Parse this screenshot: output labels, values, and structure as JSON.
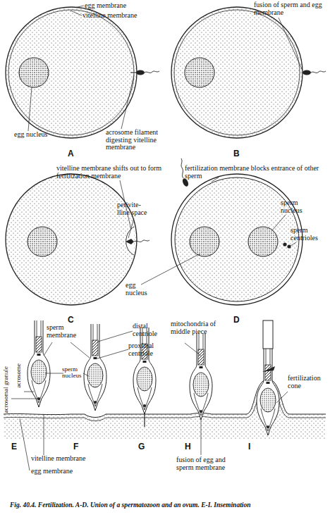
{
  "diagram": {
    "caption": "Fig. 40.4. Fertilization. A-D. Union of a spermatozoon and an ovum. E-I. Insemination",
    "labels": [
      "egg membrane",
      "vitelline membrane",
      "egg nucleus",
      "acrosome filament digesting vitelline membrane",
      "A",
      "fusion of sperm and egg membrane",
      "B",
      "vitelline membrane shifts out to form fertilization membrane",
      "perivite- lline space",
      "egg nucleus",
      "C",
      "fertilization membrane blocks entrance of other sperm",
      "sperm nucleus",
      "sperm centrioles",
      "D",
      "sperm membrane",
      "distal centriole",
      "proximal centriole",
      "mitochondria of middle piece",
      "sperm nucleus",
      "acrosomal granule",
      "acrosome",
      "fertilization cone",
      "vitelline membrane",
      "egg membrane",
      "fusion of egg and sperm membrane",
      "E",
      "F",
      "G",
      "H",
      "I"
    ]
  }
}
